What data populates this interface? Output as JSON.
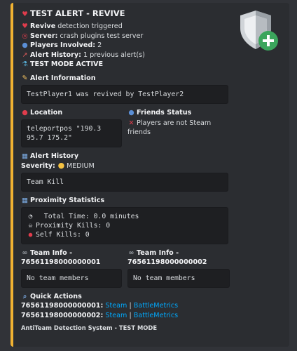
{
  "embed": {
    "title": "TEST ALERT - REVIVE",
    "accent": "#f0b232",
    "description": {
      "line1_bold": "Revive",
      "line1_rest": " detection triggered",
      "line2_bold": "Server:",
      "line2_rest": " crash plugins test server",
      "line3_bold": "Players Involved:",
      "line3_rest": " 2",
      "line4_bold": "Alert History:",
      "line4_rest": " 1 previous alert(s)",
      "line5_bold": "TEST MODE ACTIVE"
    },
    "alert_information": {
      "name": "Alert Information",
      "value": "TestPlayer1 was revived by TestPlayer2"
    },
    "location": {
      "name": "Location",
      "value": "teleportpos \"190.3\n95.7 175.2\""
    },
    "friends_status": {
      "name": "Friends Status",
      "value": "Players are not Steam\nfriends"
    },
    "alert_history": {
      "name": "Alert History",
      "severity_label": "Severity:",
      "severity_value": "MEDIUM",
      "value": "Team Kill"
    },
    "proximity": {
      "name": "Proximity Statistics",
      "line1": "  Total Time: 0.0 minutes",
      "line2": "Proximity Kills: 0",
      "line3": "Self Kills: 0"
    },
    "team_info_1": {
      "name": "Team Info -\n76561198000000001",
      "value": "No team members"
    },
    "team_info_2": {
      "name": "Team Info -\n76561198000000002",
      "value": "No team members"
    },
    "quick_actions": {
      "name": "Quick Actions",
      "row1_id": "76561198000000001:",
      "row2_id": "76561198000000002:",
      "steam_label": "Steam",
      "separator": "|",
      "bm_label": "BattleMetrics"
    },
    "footer": "AntiTeam Detection System - TEST MODE"
  }
}
